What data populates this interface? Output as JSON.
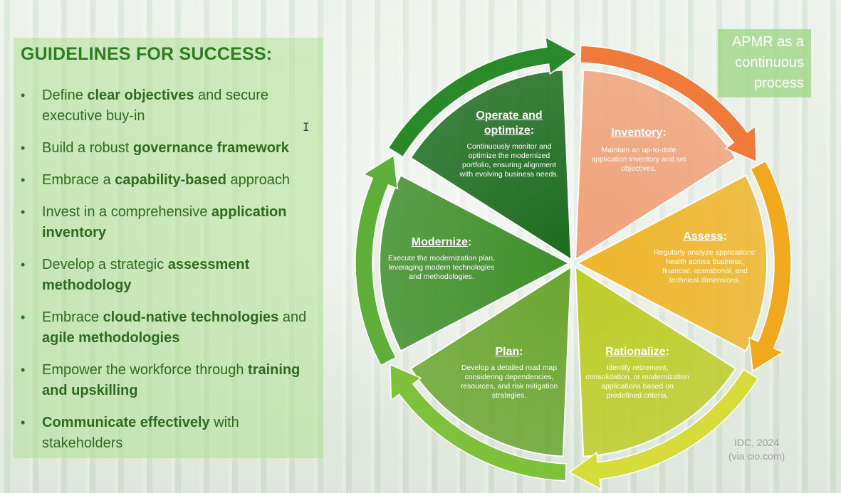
{
  "left": {
    "title": "GUIDELINES FOR SUCCESS:",
    "items": [
      {
        "parts": [
          {
            "t": "Define ",
            "b": false
          },
          {
            "t": "clear objectives",
            "b": true
          },
          {
            "t": " and secure executive buy-in",
            "b": false
          }
        ]
      },
      {
        "parts": [
          {
            "t": "Build a robust ",
            "b": false
          },
          {
            "t": "governance framework",
            "b": true
          }
        ]
      },
      {
        "parts": [
          {
            "t": "Embrace a ",
            "b": false
          },
          {
            "t": "capability-based",
            "b": true
          },
          {
            "t": " approach",
            "b": false
          }
        ]
      },
      {
        "parts": [
          {
            "t": "Invest in a comprehensive ",
            "b": false
          },
          {
            "t": "application inventory",
            "b": true
          }
        ]
      },
      {
        "parts": [
          {
            "t": "Develop a strategic ",
            "b": false
          },
          {
            "t": "assessment methodology",
            "b": true
          }
        ]
      },
      {
        "parts": [
          {
            "t": "Embrace ",
            "b": false
          },
          {
            "t": "cloud-native technologies",
            "b": true
          },
          {
            "t": " and ",
            "b": false
          },
          {
            "t": "agile methodologies",
            "b": true
          }
        ]
      },
      {
        "parts": [
          {
            "t": "Empower the workforce through ",
            "b": false
          },
          {
            "t": "training and upskilling",
            "b": true
          }
        ]
      },
      {
        "parts": [
          {
            "t": "Communicate effectively",
            "b": true
          },
          {
            "t": " with stakeholders",
            "b": false
          }
        ]
      }
    ]
  },
  "callout": "APMR as a continuous process",
  "source": {
    "line1": "IDC, 2024",
    "line2": "(via cio.com)"
  },
  "cycle": [
    {
      "title": "Inventory",
      "desc": "Maintain an up-to-date application inventory and set objectives.",
      "color": "#f0a27a",
      "arrow": "#f07a3a"
    },
    {
      "title": "Assess",
      "desc": "Regularly analyze applications' health across business, financial, operational, and technical dimensions.",
      "color": "#efb52a",
      "arrow": "#f2a81c"
    },
    {
      "title": "Rationalize",
      "desc": "Identify retirement, consolidation, or modernization applications based on predefined criteria.",
      "color": "#bccd28",
      "arrow": "#d6dc3a"
    },
    {
      "title": "Plan",
      "desc": "Develop a detailed road map considering dependencies, resources, and risk mitigation strategies.",
      "color": "#6aa530",
      "arrow": "#7ec13a"
    },
    {
      "title": "Modernize",
      "desc": "Execute the modernization plan, leveraging modern technologies and methodologies.",
      "color": "#3f8f2a",
      "arrow": "#5fae3a"
    },
    {
      "title": "Operate and optimize",
      "desc": "Continuously monitor and optimize the modernized portfolio, ensuring alignment with evolving business needs.",
      "color": "#1c6b1e",
      "arrow": "#2a8a2a"
    }
  ]
}
